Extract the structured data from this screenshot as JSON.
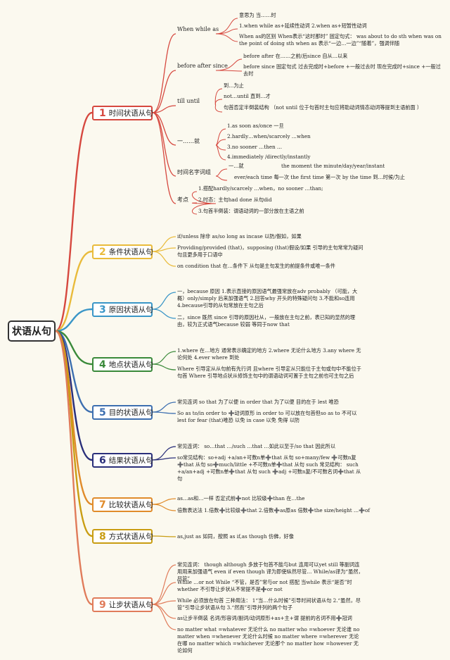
{
  "root": "状语从句",
  "branches": [
    {
      "num": "1",
      "label": "时间状语从句",
      "color": "#d6483f",
      "subs": [
        {
          "label": "When while as",
          "leaves": [
            "意思为 当……时",
            "1.when while as+延续性动词 2.when as+短暂性动词",
            "When as的区别 When表示“这时那时” 固定句式： was about to do sth when was on the point of doing sth when as 表示“一边…一边”“随着”，强调伴随"
          ]
        },
        {
          "label": "before after since",
          "leaves": [
            "before after 在……之前/后since 自从…以来",
            "before since 固定句式 过去完成时+before +一般过去时 现在完成时+since +一般过去时"
          ]
        },
        {
          "label": "till until",
          "leaves": [
            "到…为止",
            "not…until 直到…才",
            "句首否定半倒装结构 （not until 位于句首时主句应将助动词情态动词等提到主语前面 ）"
          ]
        },
        {
          "label": "一……就",
          "leaves": [
            "1.as soon as/once 一旦",
            "2.hardly…when/scarcely …when",
            "3.no sooner …then …",
            "4.immediately /directly/instantly"
          ]
        },
        {
          "label": "时间名字词组",
          "leaves": [
            "一…就",
            "the moment the minute/day/year/instant",
            "ever/each time 每一次 the first time 第一次 by the time 到…时候/为止"
          ]
        },
        {
          "label": "考点",
          "leaves": [
            "1.搭配hardly/scarcely …when，no sooner …than;",
            "2.时态：主句had done 从句did",
            "3.句首半倒装：谓语动词的一部分放在主语之前"
          ]
        }
      ]
    },
    {
      "num": "2",
      "label": "条件状语从句",
      "color": "#e9bb3b",
      "leaves": [
        "if/unless 除非 as/so long as incase 以防/假如，如果",
        "Providing/provided (that)，supposing (that)假设/如果 引导的主句常常为疑问句且更多用于口语中",
        "on condition that 在…条件下 从句是主句发生的前提条件或唯一条件"
      ]
    },
    {
      "num": "3",
      "label": "原因状语从句",
      "color": "#3a96c7",
      "leaves": [
        "一，because 原因 1.表示直接的原因语气最强常放在adv probably （可能，大概）only/simply 后来加强语气 2.回答why 开头的特殊疑问句 3.不能和so连用 4.because引导的从句常放在主句之后",
        "二，since 既然 since 引导的原因社从，一般放在主句之前，表已知的显然的理由，较为正式语气because 较弱 等同于now that"
      ]
    },
    {
      "num": "4",
      "label": "地点状语从句",
      "color": "#3a8a3a",
      "leaves": [
        "1.where 在…地方 通常表示确定的地方 2.where 无论什么地方 3.any where 无论何处 4.ever where 到处",
        "Where 引导定从从句前有先行词 且where 引导定从只能位于主句或句中不能位于句首 Where 引导地点状从修饰主句中的谓语动词可置于主句之前也可主句之后"
      ]
    },
    {
      "num": "5",
      "label": "目的状语从句",
      "color": "#3d6fb0",
      "leaves": [
        "常见连词 so that 为了以便 in order that 为了以便 目的在于 lest 唯恐",
        "So as to/in order to ➕动词原形 in order to 可以放在句首但so as to 不可以 lest for fear (that)唯恐 以免 in case 以免 免得 以防"
      ]
    },
    {
      "num": "6",
      "label": "结果状语从句",
      "color": "#2a2f7a",
      "leaves": [
        "常见连词： so…that …/such …that …如此以至于/so that 因此所以",
        "so常见结构：so+adj +a/an+可数n单➕that 从句 so+many/few ➕可数n复➕that 从句 so➕much/little +不可数n单➕that 从句 such 常见结构： such +a/an+adj +可数n单➕that 从句 such ➕adj +可数n复/不可数名词➕that 从句"
      ]
    },
    {
      "num": "7",
      "label": "比较状语从句",
      "color": "#e08b2a",
      "leaves": [
        "as…as和…一样 否定式前➕not 比较级➕than 在…the",
        "倍数表达法 1.倍数➕比较级➕that 2.倍数➕as原as 倍数➕the size/height …➕of"
      ]
    },
    {
      "num": "8",
      "label": "方式状语从句",
      "color": "#c99d12",
      "leaves": [
        "as,just as 如同，按照 as if,as though 仿佛，好像"
      ]
    },
    {
      "num": "9",
      "label": "让步状语从句",
      "color": "#e07b5a",
      "leaves": [
        "常见连词： though although 多放于句首不能与but 连用可以yet still 等副词连用用来加强语气 even if even though 译为即使纵然尽管… While/as译为“虽然，尽管”",
        "While …or not While “不管，是否”常与or not 搭配 当while 表示“是否”时whether 不引导让步状从不常提不是➕or not",
        "While 必须放在句首 三种用法： 1“当…什么时候”引导时间状语从句 2.“虽然，尽管”引导让步状语从句 3.“然而”引导并列的两个句子",
        "as让步半倒装 名词/形容词/副词/动词原形+as+主+谓 提前的名词不用➕冠词",
        "no matter what =whatever 无论什么 no matter who =whoever 无论谁 no matter when =whenever 无论什么时候 no matter where =wherever 无论在哪 no matter which =whichever 无论那个 no matter how =however 无论如何"
      ]
    }
  ]
}
